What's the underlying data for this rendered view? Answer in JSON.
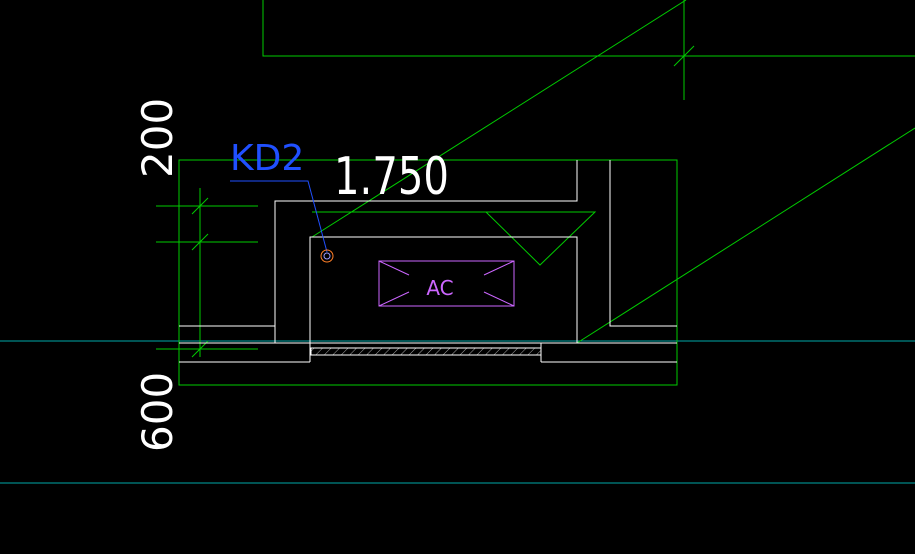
{
  "drawing": {
    "labels": {
      "dim_top": "200",
      "dim_bottom": "600",
      "elevation": "1.750",
      "tag": "KD2",
      "unit": "AC"
    },
    "colors": {
      "background": "#000000",
      "green": "#00cc00",
      "white": "#ffffff",
      "cyan": "#00a8a8",
      "blue": "#2050ff",
      "magenta": "#cc66ff",
      "orange": "#ff7f27"
    }
  }
}
